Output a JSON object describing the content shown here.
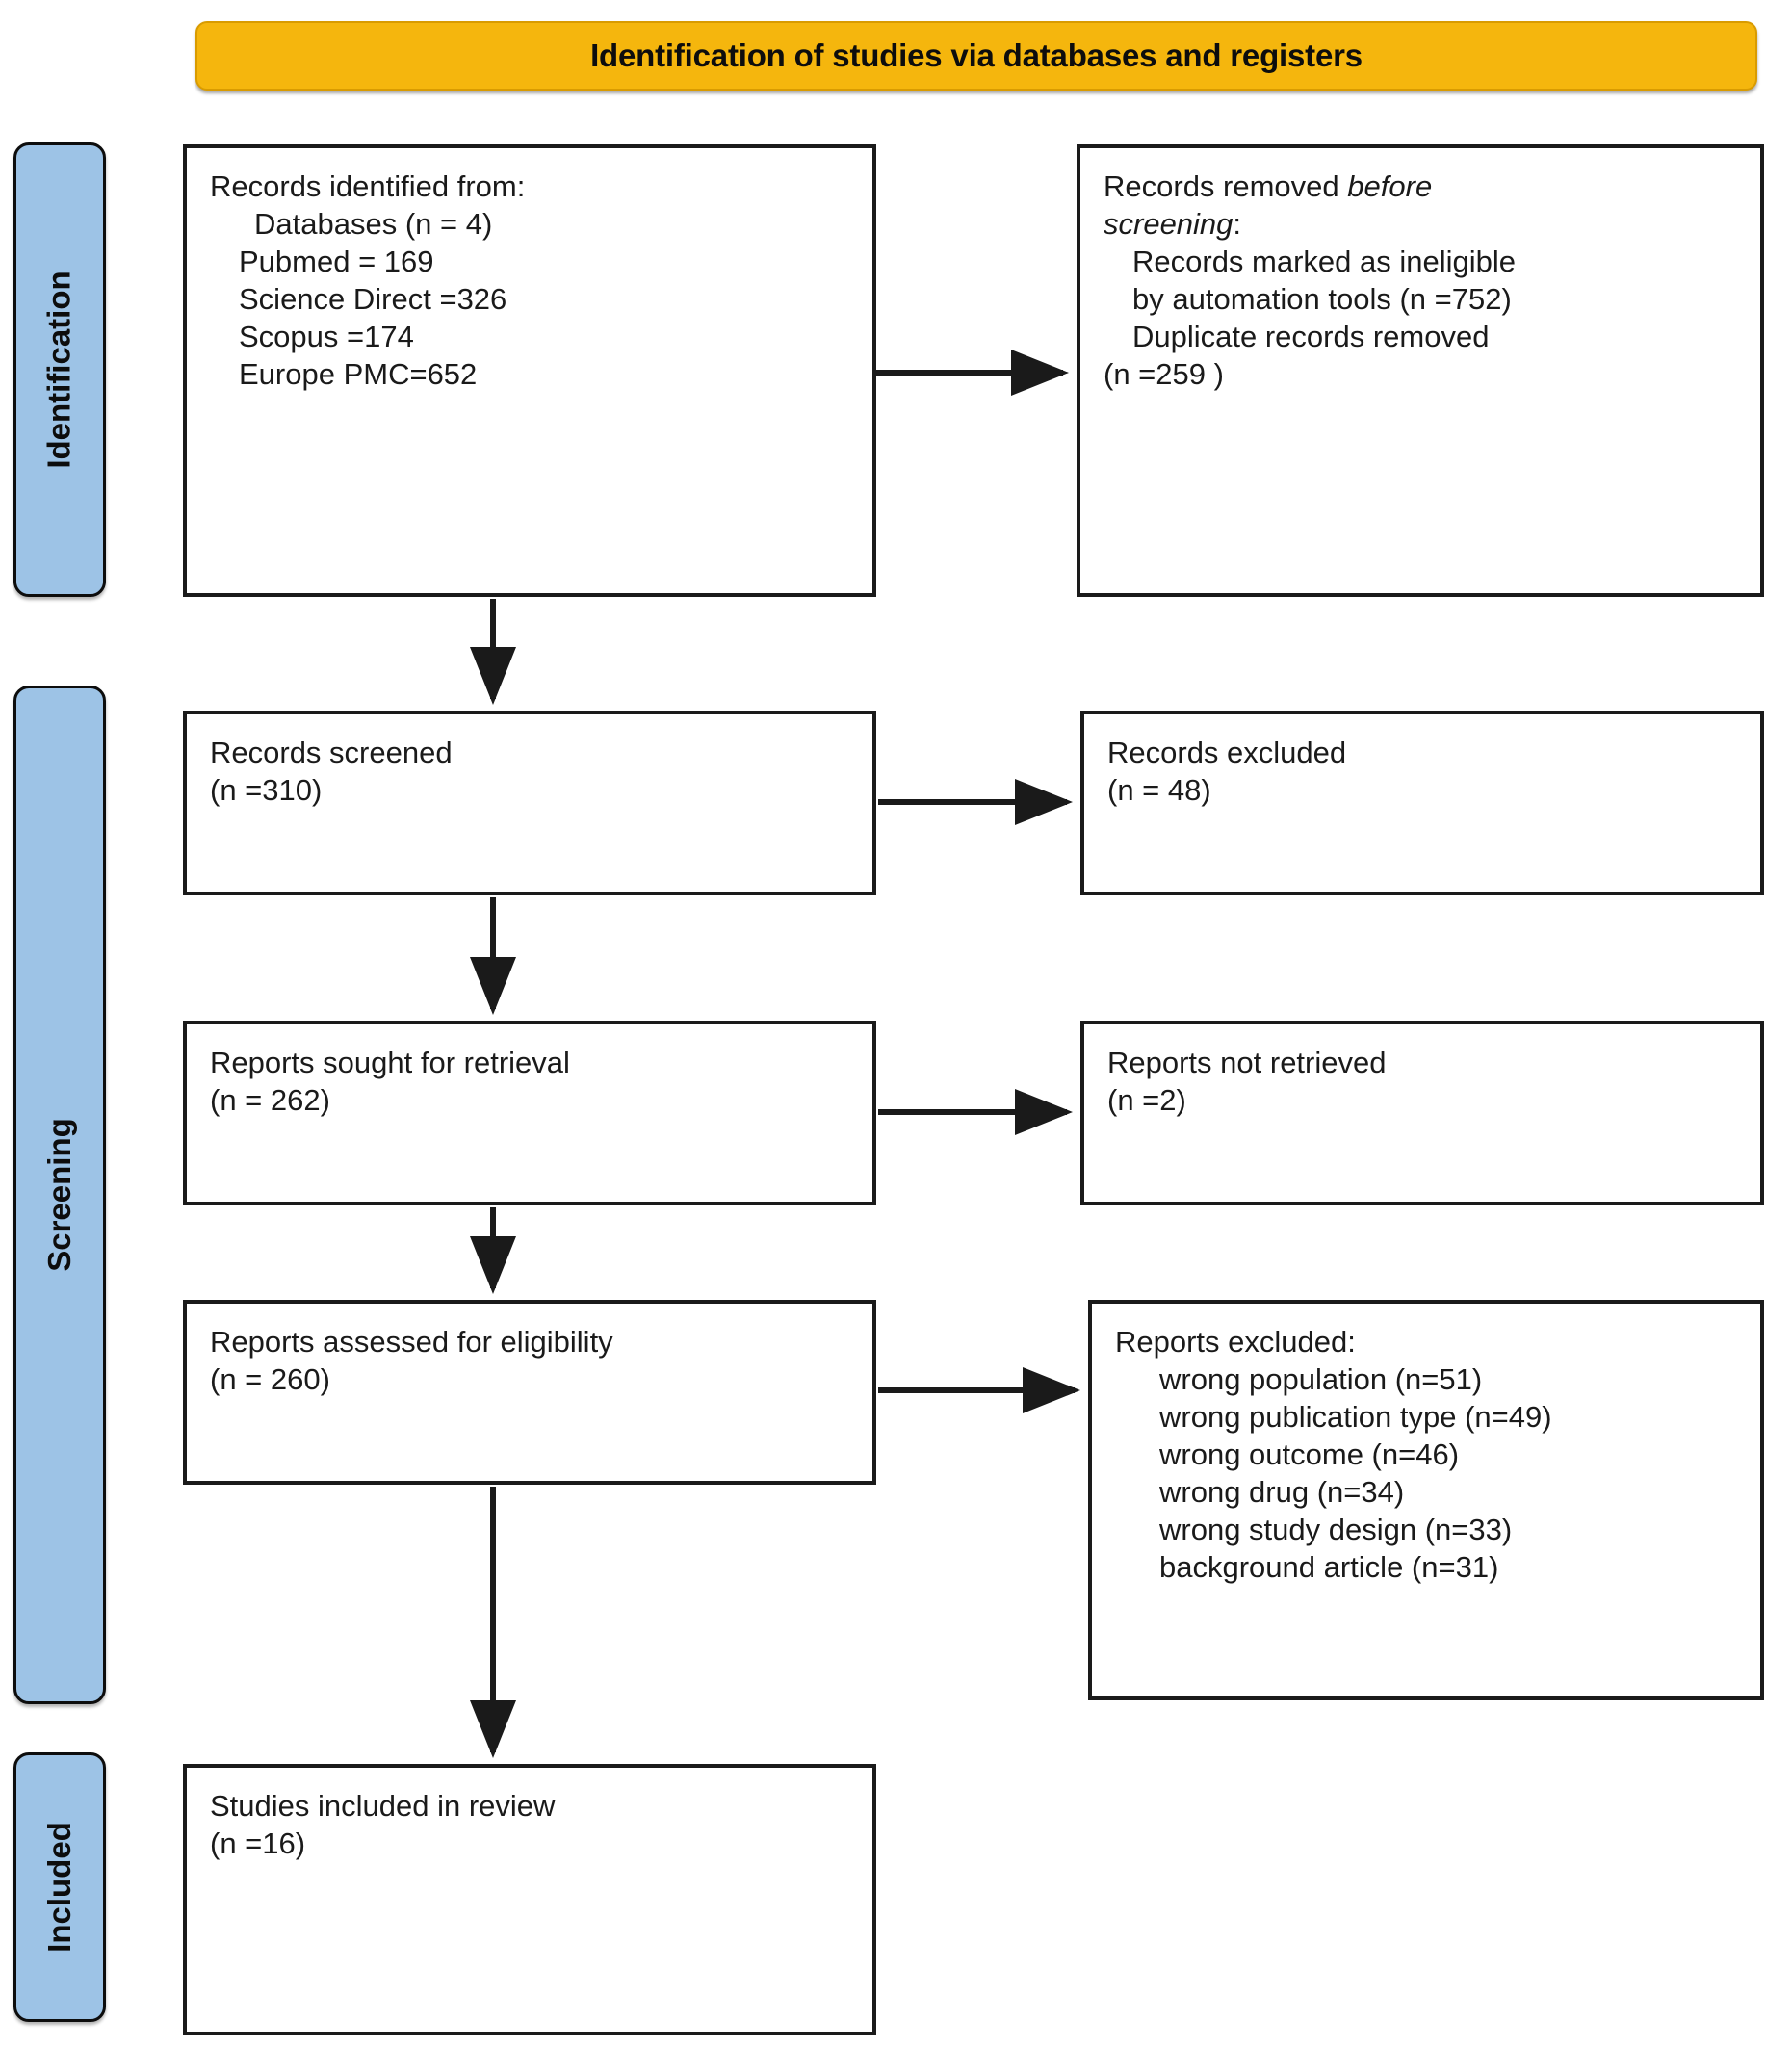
{
  "title": "Identification of studies via databases and registers",
  "stages": [
    {
      "id": "identification",
      "label": "Identification"
    },
    {
      "id": "screening",
      "label": "Screening"
    },
    {
      "id": "included",
      "label": "Included"
    }
  ],
  "boxes": {
    "identified": {
      "heading": "Records identified from:",
      "lines": [
        "Databases (n = 4)",
        "Pubmed = 169",
        "Science Direct =326",
        "Scopus =174",
        "Europe PMC=652"
      ]
    },
    "removed": {
      "heading_prefix": "Records removed ",
      "heading_italic1": "before",
      "heading_italic2": "screening",
      "heading_suffix": ":",
      "lines": [
        "Records marked as ineligible",
        "by automation tools (n =752)",
        "Duplicate records removed",
        "(n =259 )"
      ]
    },
    "screened": {
      "line1": "Records screened",
      "line2": "(n =310)"
    },
    "excluded": {
      "line1": "Records excluded",
      "line2": "(n = 48)"
    },
    "sought": {
      "line1": "Reports sought for retrieval",
      "line2": "(n = 262)"
    },
    "not_retrieved": {
      "line1": "Reports not retrieved",
      "line2": "(n =2)"
    },
    "assessed": {
      "line1": "Reports assessed for eligibility",
      "line2": "(n = 260)"
    },
    "reports_excluded": {
      "heading": "Reports excluded:",
      "lines": [
        "wrong population (n=51)",
        "wrong publication type (n=49)",
        "wrong outcome (n=46)",
        "wrong drug (n=34)",
        "wrong study design (n=33)",
        "background article (n=31)"
      ]
    },
    "included": {
      "line1": "Studies included in review",
      "line2": "(n =16)"
    }
  },
  "colors": {
    "banner": "#f5b60d",
    "stage": "#9dc3e6",
    "border": "#1a1a1a",
    "text": "#1a1a1a"
  }
}
